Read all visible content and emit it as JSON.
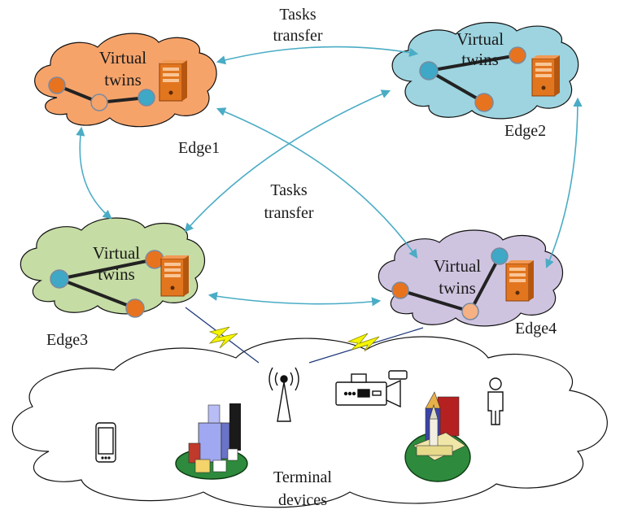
{
  "labels": {
    "tasks_transfer_top": [
      "Tasks",
      "transfer"
    ],
    "tasks_transfer_mid": [
      "Tasks",
      "transfer"
    ],
    "terminal_devices": [
      "Terminal",
      "devices"
    ]
  },
  "edges": [
    {
      "id": "edge1",
      "name": "Edge1",
      "twins": [
        "Virtual",
        "twins"
      ],
      "fill": "#f6a36a"
    },
    {
      "id": "edge2",
      "name": "Edge2",
      "twins": [
        "Virtual",
        "twins"
      ],
      "fill": "#9dd4e0"
    },
    {
      "id": "edge3",
      "name": "Edge3",
      "twins": [
        "Virtual",
        "twins"
      ],
      "fill": "#c5dca4"
    },
    {
      "id": "edge4",
      "name": "Edge4",
      "twins": [
        "Virtual",
        "twins"
      ],
      "fill": "#cfc4e0"
    }
  ],
  "colors": {
    "arrow": "#4aacc5",
    "node_orange": "#e8731e",
    "node_blue": "#3ea8c6",
    "node_light": "#f5b183",
    "server": "#e2761f",
    "lightning": "#f5f500",
    "link": "#222222"
  },
  "icons": [
    "server-icon",
    "antenna-icon",
    "camera-icon",
    "person-icon",
    "phone-icon",
    "city-icon",
    "church-icon",
    "lightning-icon"
  ]
}
